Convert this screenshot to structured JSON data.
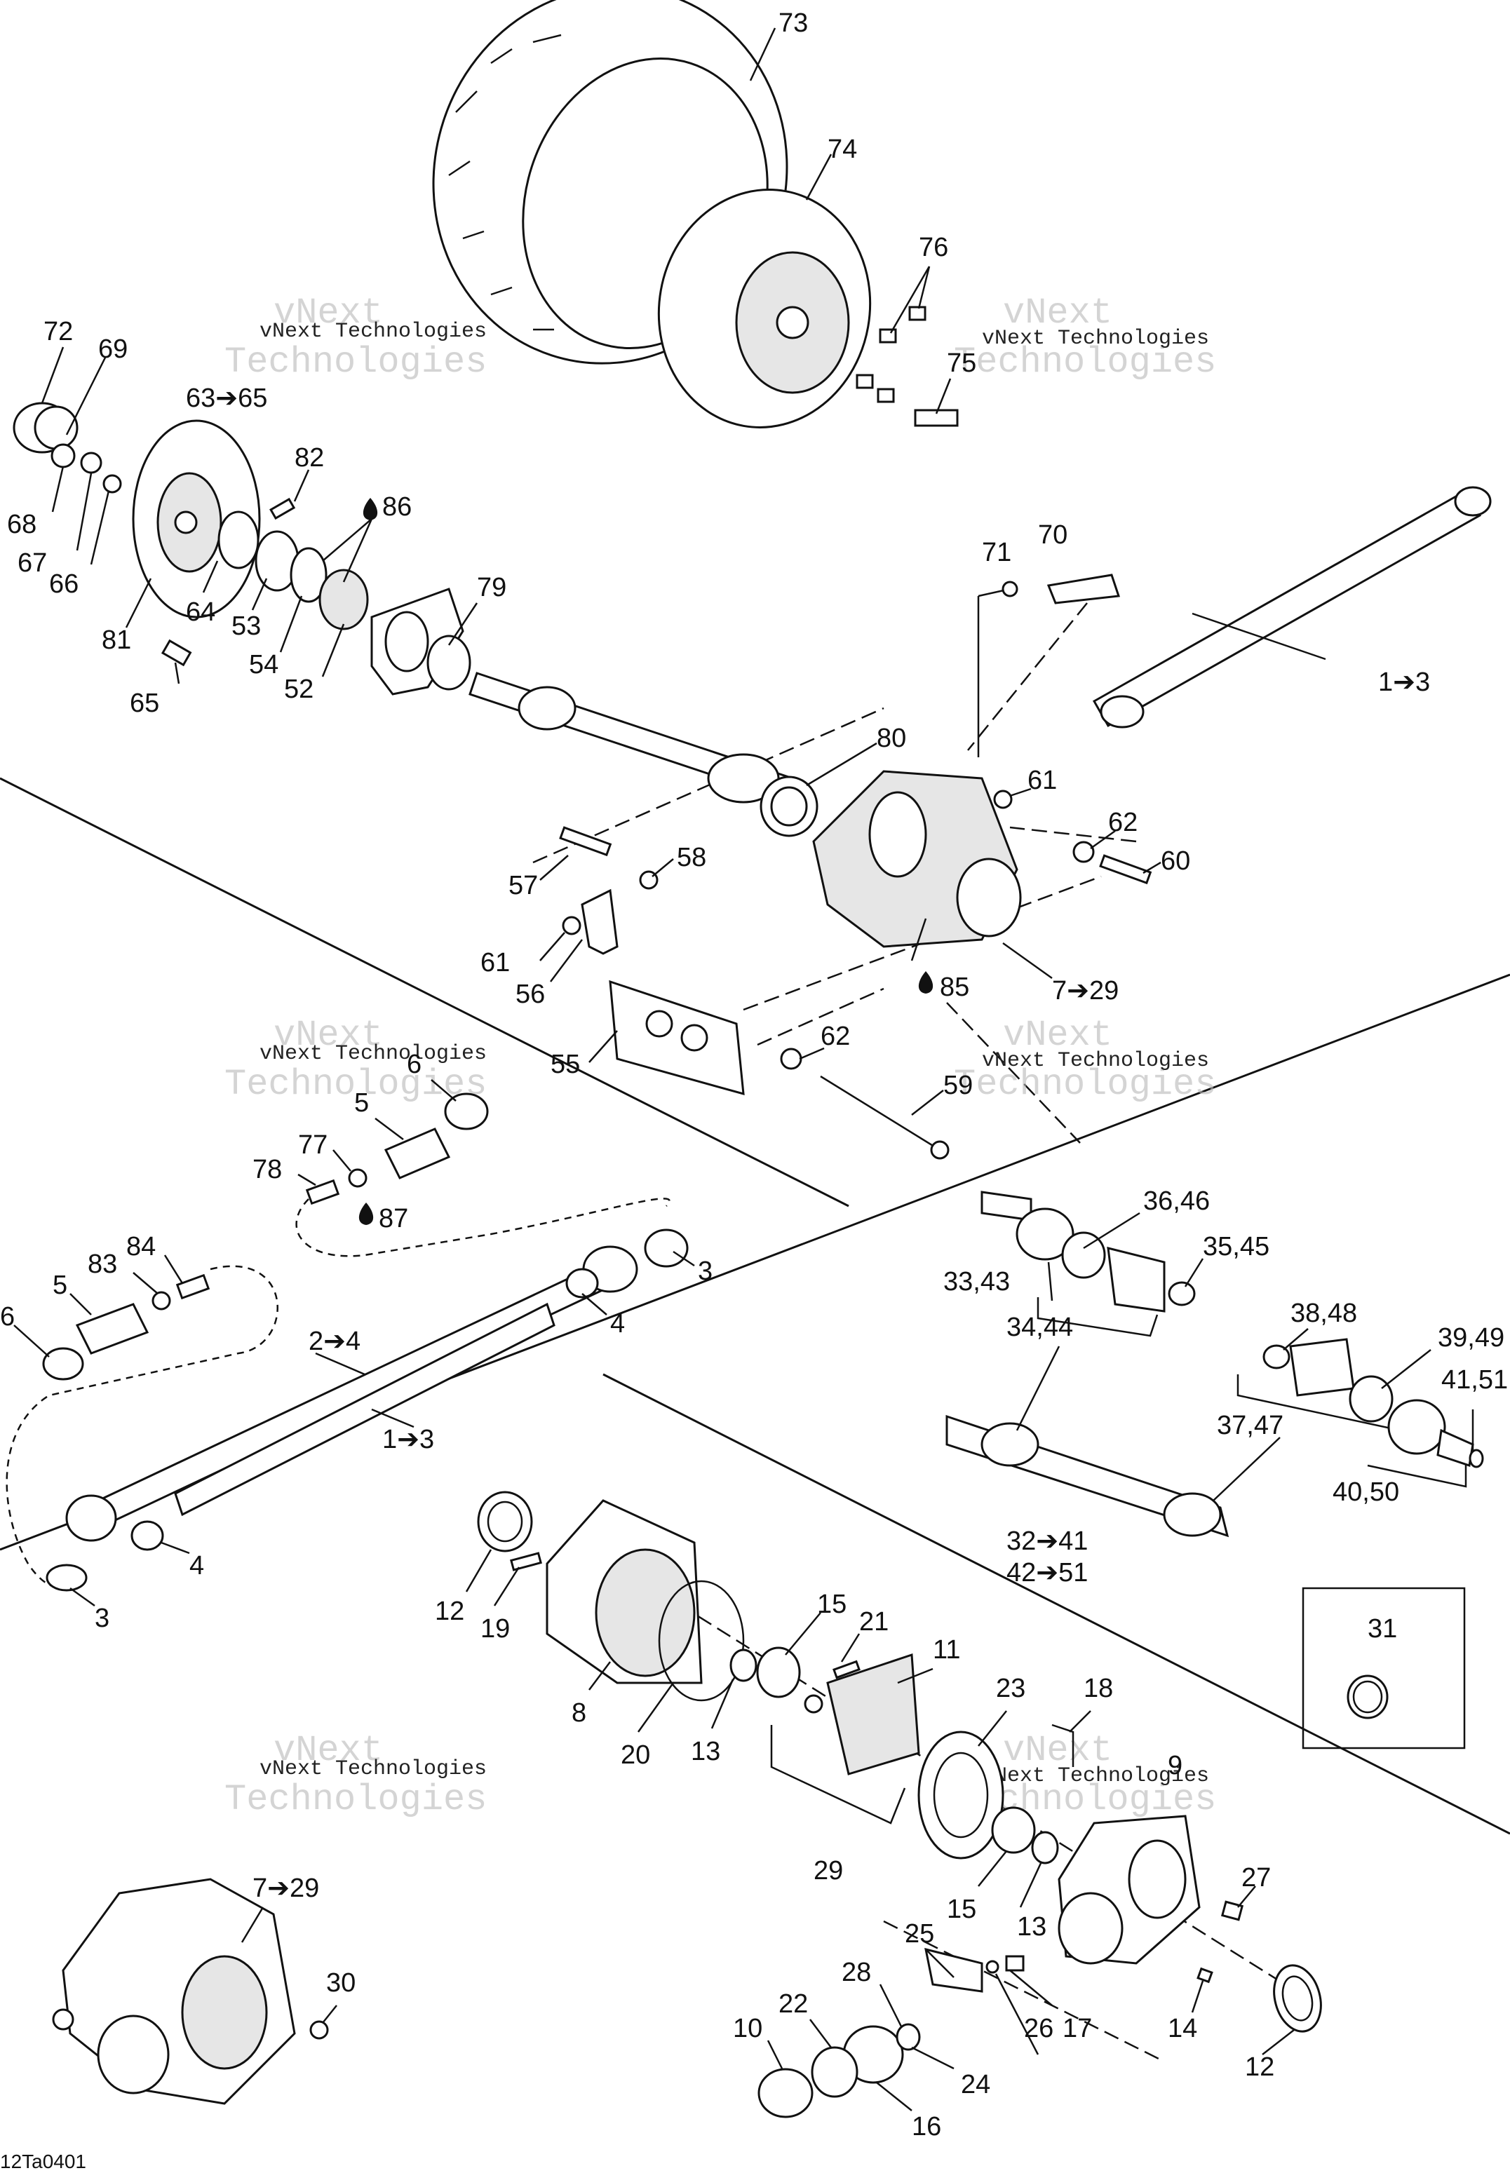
{
  "watermark": {
    "line1": "vNext",
    "line2": "Technologies",
    "sub": "vNext Technologies"
  },
  "drawing_code": "12Ta0401",
  "callouts": {
    "c73": "73",
    "c74": "74",
    "c76": "76",
    "c75": "75",
    "c72": "72",
    "c69": "69",
    "c63_65": "63➔65",
    "c82": "82",
    "c86": "86",
    "c68": "68",
    "c67": "67",
    "c66": "66",
    "c81": "81",
    "c64": "64",
    "c53": "53",
    "c54": "54",
    "c52": "52",
    "c79": "79",
    "c65": "65",
    "c71": "71",
    "c70": "70",
    "c1_3a": "1➔3",
    "c80": "80",
    "c61a": "61",
    "c62a": "62",
    "c60": "60",
    "c57": "57",
    "c58": "58",
    "c61b": "61",
    "c56": "56",
    "c85": "85",
    "c7_29a": "7➔29",
    "c55": "55",
    "c62b": "62",
    "c59": "59",
    "c6a": "6",
    "c5a": "5",
    "c77": "77",
    "c78": "78",
    "c87": "87",
    "c84": "84",
    "c83": "83",
    "c5b": "5",
    "c6b": "6",
    "c3a": "3",
    "c4a": "4",
    "c2_4": "2➔4",
    "c1_3b": "1➔3",
    "c4b": "4",
    "c3b": "3",
    "c36_46": "36,46",
    "c35_45": "35,45",
    "c33_43": "33,43",
    "c34_44": "34,44",
    "c38_48": "38,48",
    "c39_49": "39,49",
    "c41_51": "41,51",
    "c37_47": "37,47",
    "c40_50": "40,50",
    "c32_41": "32➔41",
    "c42_51": "42➔51",
    "c12a": "12",
    "c19": "19",
    "c15a": "15",
    "c21": "21",
    "c11": "11",
    "c8": "8",
    "c20": "20",
    "c13a": "13",
    "c23": "23",
    "c18": "18",
    "c9": "9",
    "c29": "29",
    "c15b": "15",
    "c13b": "13",
    "c27": "27",
    "c31": "31",
    "c7_29b": "7➔29",
    "c30": "30",
    "c25": "25",
    "c28": "28",
    "c22": "22",
    "c10": "10",
    "c24": "24",
    "c16": "16",
    "c26": "26",
    "c17": "17",
    "c14": "14",
    "c12b": "12"
  }
}
